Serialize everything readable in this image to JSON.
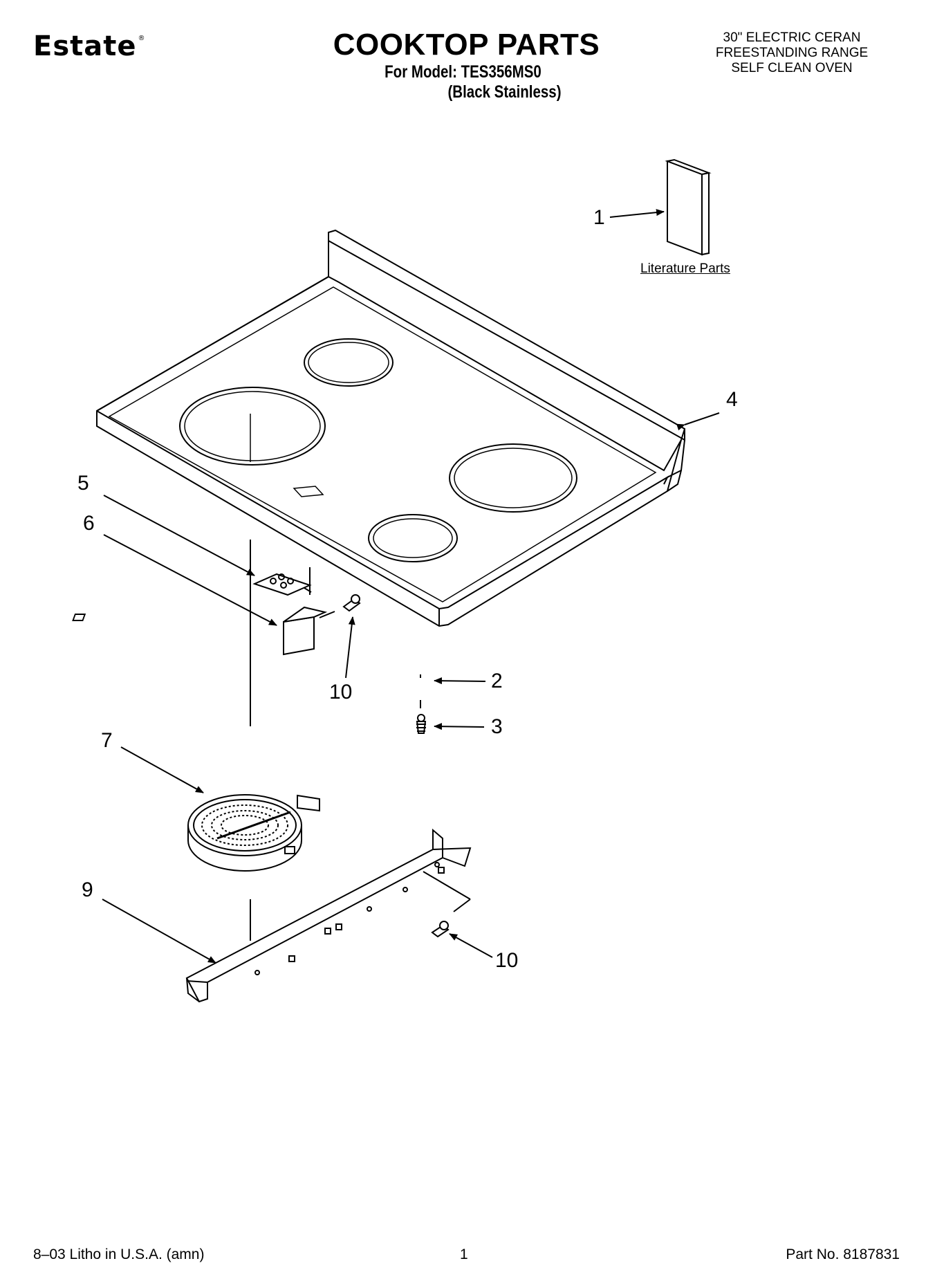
{
  "header": {
    "brand": "Estate",
    "brand_mark": "®",
    "title": "COOKTOP PARTS",
    "model_line": "For Model: TES356MS0",
    "color_line": "(Black Stainless)",
    "desc_lines": [
      "30\" ELECTRIC CERAN",
      "FREESTANDING RANGE",
      "SELF CLEAN OVEN"
    ]
  },
  "callouts": {
    "c1": "1",
    "c2": "2",
    "c3": "3",
    "c4": "4",
    "c5": "5",
    "c6": "6",
    "c7": "7",
    "c9": "9",
    "c10a": "10",
    "c10b": "10"
  },
  "literature_label": "Literature Parts",
  "footer": {
    "left": "8–03 Litho in U.S.A. (amn)",
    "page": "1",
    "part_no": "Part No. 8187831"
  }
}
